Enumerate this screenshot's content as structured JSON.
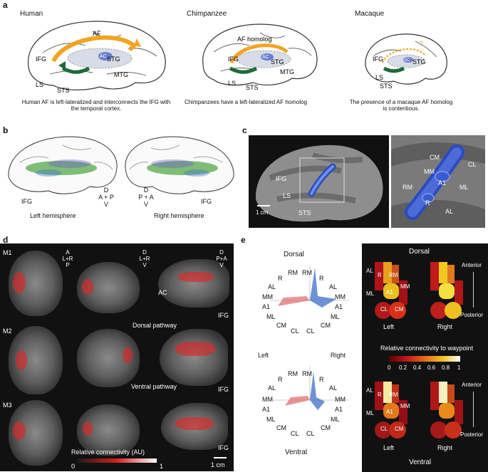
{
  "panel_a": {
    "letter": "a",
    "species": [
      {
        "name": "Human",
        "caption": "Human AF is left-lateralized and interconnects the IFG with the temporal cortex.",
        "labels": [
          "AF",
          "IFG",
          "STG",
          "MTG",
          "AC",
          "LS",
          "STS"
        ]
      },
      {
        "name": "Chimpanzee",
        "caption": "Chimpanzees have a left-lateralized AF homolog",
        "labels": [
          "AF homolog",
          "IFG",
          "STG",
          "MTG",
          "AC",
          "LS",
          "STS"
        ]
      },
      {
        "name": "Macaque",
        "caption": "The presence of a macaque AF homolog is contentious.",
        "labels": [
          "?",
          "IFG",
          "STG",
          "AC",
          "LS",
          "STS"
        ]
      }
    ]
  },
  "panel_b": {
    "letter": "b",
    "left_title": "Left hemisphere",
    "right_title": "Right hemisphere",
    "ifg": "IFG",
    "left_axes": {
      "top": "D",
      "left": "A",
      "right": "P",
      "bottom": "V"
    },
    "right_axes": {
      "top": "D",
      "left": "P",
      "right": "A",
      "bottom": "V"
    }
  },
  "panel_c": {
    "letter": "c",
    "labels": [
      "IFG",
      "LS",
      "STS"
    ],
    "scale": "1 cm",
    "zoom_labels": [
      "CM",
      "CL",
      "MM",
      "RM",
      "A1",
      "ML",
      "R",
      "AL"
    ]
  },
  "panel_d": {
    "letter": "d",
    "rows": [
      "M1",
      "M2",
      "M3"
    ],
    "orient_axial": {
      "top": "A",
      "left": "L",
      "right": "R",
      "bottom": "P"
    },
    "orient_coronal": {
      "top": "D",
      "left": "L",
      "right": "R",
      "bottom": "V"
    },
    "orient_sagittal": {
      "top": "D",
      "left": "P",
      "right": "A",
      "bottom": "V"
    },
    "annotations": {
      "ac": "AC",
      "ifg": "IFG",
      "dorsal": "Dorsal pathway",
      "ventral": "Ventral pathway"
    },
    "colorbar": {
      "title": "Relative connectivity (AU)",
      "min": "0",
      "max": "1"
    },
    "scale": "1 cm"
  },
  "panel_e": {
    "letter": "e",
    "dorsal": "Dorsal",
    "ventral": "Ventral",
    "left": "Left",
    "right": "Right",
    "anterior": "Anterior",
    "posterior": "Posterior",
    "radar_left_labels": [
      "R",
      "AL",
      "MM",
      "A1",
      "ML",
      "CM",
      "CL"
    ],
    "radar_right_labels": [
      "RM",
      "R",
      "AL",
      "MM",
      "A1",
      "ML",
      "CM",
      "CL"
    ],
    "radar_top_left": "RM",
    "map_labels": [
      "AL",
      "R",
      "RM",
      "MM",
      "A1",
      "ML",
      "CL",
      "CM"
    ],
    "colorbar": {
      "title": "Relative connectivity to waypoint",
      "ticks": [
        "0",
        "0.2",
        "0.4",
        "0.6",
        "0.8",
        "1"
      ]
    }
  }
}
